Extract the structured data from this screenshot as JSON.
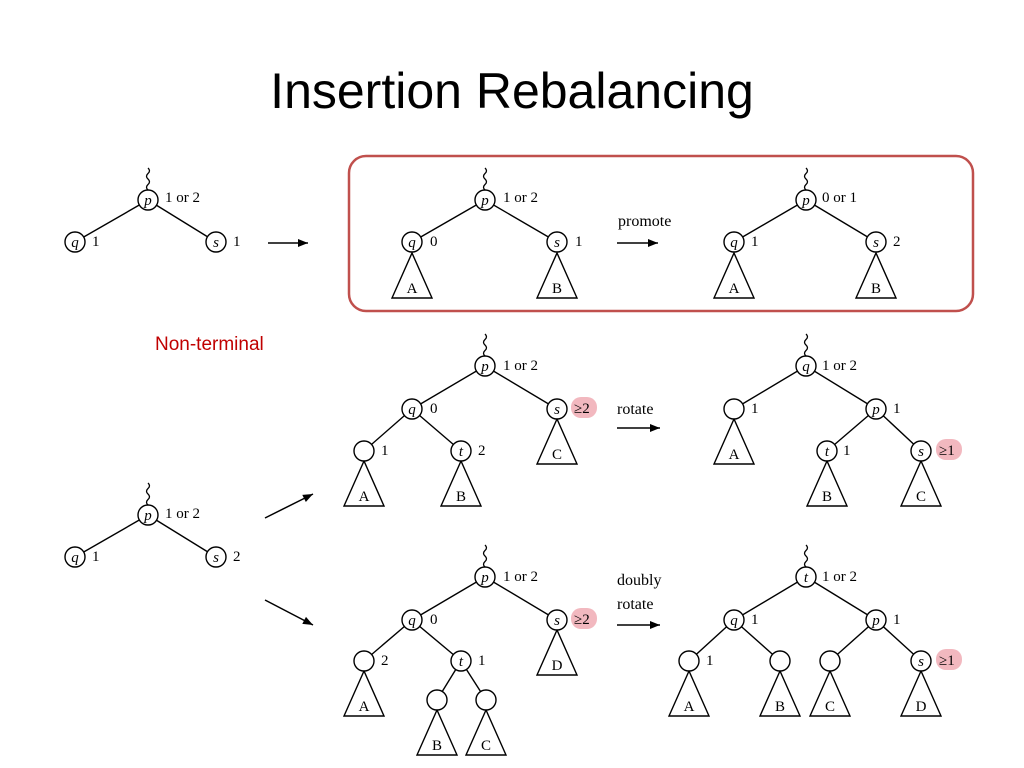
{
  "slide": {
    "title": "Insertion Rebalancing",
    "note": "Non-terminal",
    "note_color": "#c00000"
  },
  "colors": {
    "box_border": "#c0504d",
    "highlight": "#f2b8bf",
    "ink": "#000000"
  },
  "arrow_labels": {
    "promote": "promote",
    "rotate": "rotate",
    "doubly": "doubly",
    "doubly_rotate": "rotate"
  },
  "nodes": {
    "p": "p",
    "q": "q",
    "s": "s",
    "t": "t"
  },
  "ranks": {
    "one_or_two": "1 or 2",
    "zero_or_one": "0 or 1",
    "zero": "0",
    "one": "1",
    "two": "2",
    "ge_two": "≥2",
    "ge_one": "≥1"
  },
  "subtrees": {
    "A": "A",
    "B": "B",
    "C": "C",
    "D": "D"
  }
}
